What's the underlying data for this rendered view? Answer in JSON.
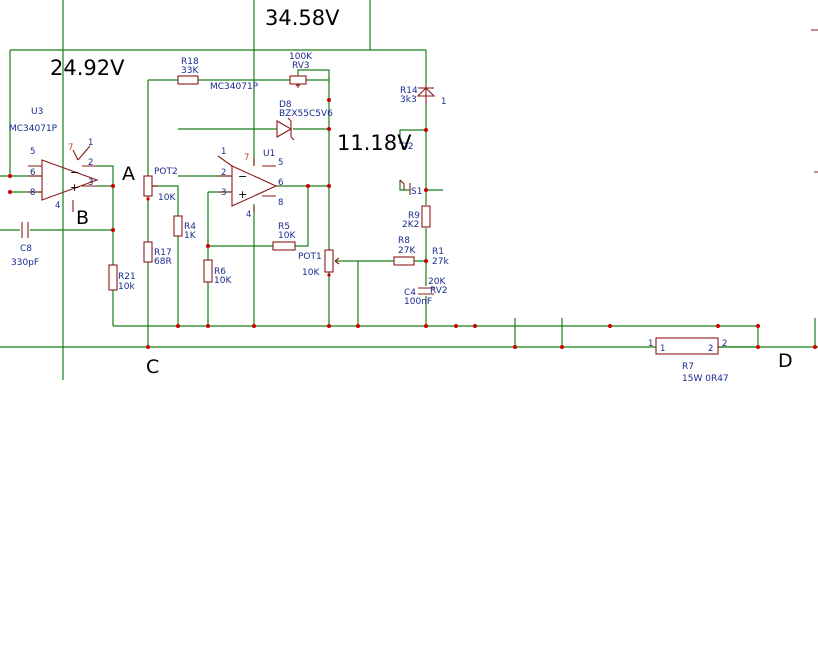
{
  "voltages": {
    "v1": "34.58V",
    "v2": "24.92V",
    "v3": "11.18V"
  },
  "markers": {
    "a": "A",
    "b": "B",
    "c": "C",
    "d": "D"
  },
  "u3": {
    "ref": "U3",
    "part": "MC34071P",
    "p5": "5",
    "p6": "6",
    "p8": "8",
    "p7": "7",
    "p1": "1",
    "p2": "2",
    "p3": "3",
    "p4": "4",
    "minus": "−",
    "plus": "+"
  },
  "u1": {
    "ref": "U1",
    "part": "MC34071P",
    "p1": "1",
    "p2": "2",
    "p3": "3",
    "p7": "7",
    "p5": "5",
    "p6": "6",
    "p8": "8",
    "p4": "4",
    "minus": "−",
    "plus": "+"
  },
  "r18": {
    "ref": "R18",
    "val": "33K"
  },
  "rv3": {
    "val": "100K",
    "ref": "RV3"
  },
  "d8": {
    "ref": "D8",
    "part": "BZX55C5V6"
  },
  "r14": {
    "ref": "R14",
    "val": "3k3",
    "pin": "1"
  },
  "d2": {
    "ref": "D2"
  },
  "s1": {
    "ref": "S1"
  },
  "r9": {
    "ref": "R9",
    "val": "2K2"
  },
  "r8": {
    "ref": "R8",
    "val": "27K"
  },
  "r1": {
    "ref": "R1",
    "val": "27k"
  },
  "c4": {
    "ref": "C4",
    "val": "100nF"
  },
  "rv2": {
    "val": "20K",
    "ref": "RV2"
  },
  "pot2": {
    "ref": "POT2",
    "val": "10K"
  },
  "pot1": {
    "ref": "POT1",
    "val": "10K"
  },
  "r4": {
    "ref": "R4",
    "val": "1K"
  },
  "r5": {
    "ref": "R5",
    "val": "10K"
  },
  "r6": {
    "ref": "R6",
    "val": "10K"
  },
  "r17": {
    "ref": "R17",
    "val": "68R"
  },
  "r21": {
    "ref": "R21",
    "val": "10k"
  },
  "c8": {
    "ref": "C8",
    "val": "330pF"
  },
  "r7": {
    "ref": "R7",
    "val": "15W 0R47",
    "pin1": "1",
    "pin2": "2",
    "pin1b": "1",
    "pin2b": "2"
  }
}
